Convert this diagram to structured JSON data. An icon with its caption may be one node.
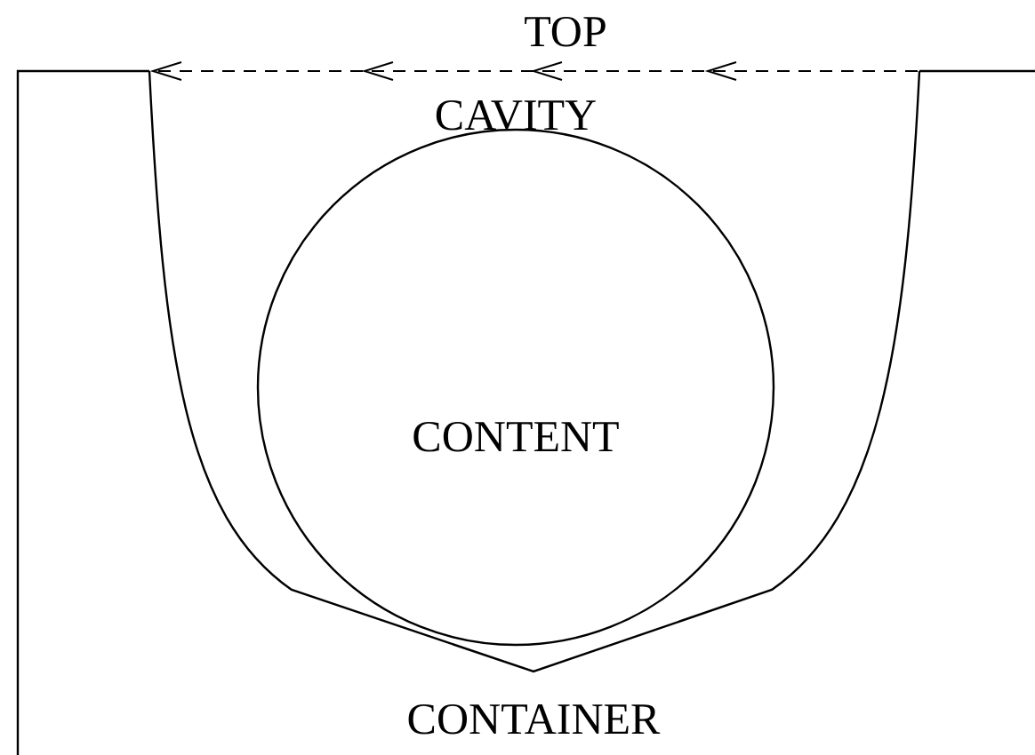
{
  "diagram": {
    "nodes": [
      {
        "text": [
          "CONTAINER"
        ]
      },
      {
        "text": [
          "CAVITY"
        ],
        "in": 0
      },
      {
        "text": [
          "CONTENT"
        ],
        "in": 1
      }
    ],
    "labels": [
      "TOP"
    ]
  }
}
